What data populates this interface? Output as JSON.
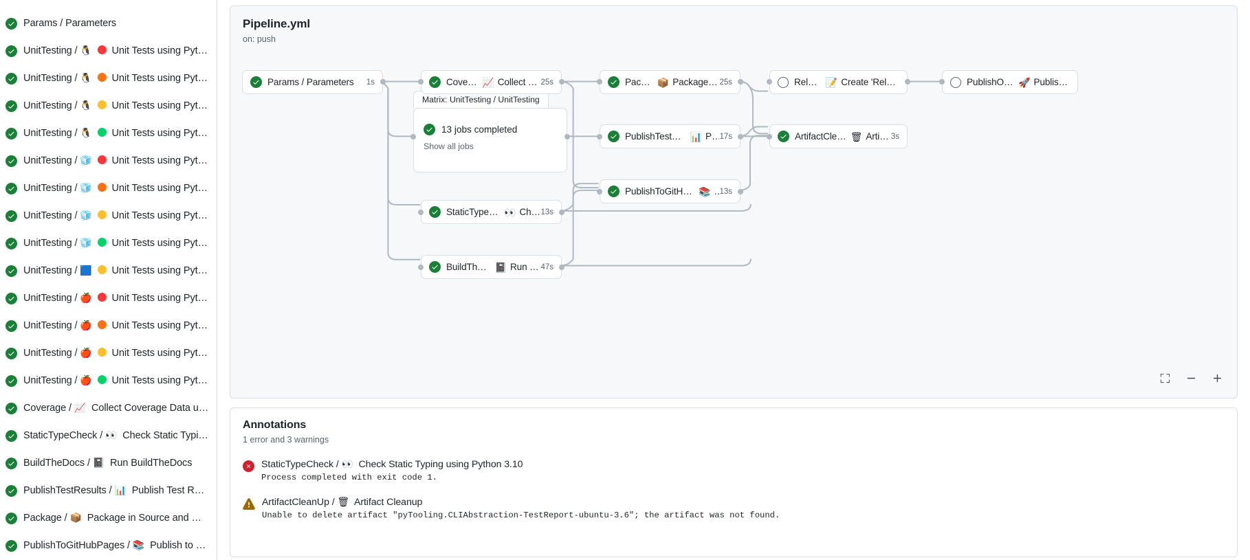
{
  "sidebar": {
    "items": [
      {
        "status": "success",
        "job": "Params / Parameters",
        "os": null,
        "color": null,
        "label": ""
      },
      {
        "status": "success",
        "job": "UnitTesting / ",
        "os": "🐧",
        "color": "#f4383c",
        "label": "Unit Tests using Pyth..."
      },
      {
        "status": "success",
        "job": "UnitTesting / ",
        "os": "🐧",
        "color": "#f97316",
        "label": "Unit Tests using Pyth..."
      },
      {
        "status": "success",
        "job": "UnitTesting / ",
        "os": "🐧",
        "color": "#fbc02d",
        "label": "Unit Tests using Pyth..."
      },
      {
        "status": "success",
        "job": "UnitTesting / ",
        "os": "🐧",
        "color": "#00d26a",
        "label": "Unit Tests using Pyth..."
      },
      {
        "status": "success",
        "job": "UnitTesting / ",
        "os": "🧊",
        "color": "#f4383c",
        "label": "Unit Tests using Pyth..."
      },
      {
        "status": "success",
        "job": "UnitTesting / ",
        "os": "🧊",
        "color": "#f97316",
        "label": "Unit Tests using Pyth..."
      },
      {
        "status": "success",
        "job": "UnitTesting / ",
        "os": "🧊",
        "color": "#fbc02d",
        "label": "Unit Tests using Pyth..."
      },
      {
        "status": "success",
        "job": "UnitTesting / ",
        "os": "🧊",
        "color": "#00d26a",
        "label": "Unit Tests using Pyth..."
      },
      {
        "status": "success",
        "job": "UnitTesting / ",
        "os": "🟦",
        "color": "#fbc02d",
        "label": "Unit Tests using Pyth..."
      },
      {
        "status": "success",
        "job": "UnitTesting / ",
        "os": "🍎",
        "color": "#f4383c",
        "label": "Unit Tests using Pyth..."
      },
      {
        "status": "success",
        "job": "UnitTesting / ",
        "os": "🍎",
        "color": "#f97316",
        "label": "Unit Tests using Pyth..."
      },
      {
        "status": "success",
        "job": "UnitTesting / ",
        "os": "🍎",
        "color": "#fbc02d",
        "label": "Unit Tests using Pyth..."
      },
      {
        "status": "success",
        "job": "UnitTesting / ",
        "os": "🍎",
        "color": "#00d26a",
        "label": "Unit Tests using Pyth..."
      },
      {
        "status": "success",
        "job": "Coverage / ",
        "os": "📈",
        "color": null,
        "label": "Collect Coverage Data usi..."
      },
      {
        "status": "success",
        "job": "StaticTypeCheck / ",
        "os": "👀",
        "color": null,
        "label": "Check Static Typing..."
      },
      {
        "status": "success",
        "job": "BuildTheDocs / ",
        "os": "📓",
        "color": null,
        "label": "Run BuildTheDocs"
      },
      {
        "status": "success",
        "job": "PublishTestResults / ",
        "os": "📊",
        "color": null,
        "label": "Publish Test Resu..."
      },
      {
        "status": "success",
        "job": "Package / ",
        "os": "📦",
        "color": null,
        "label": "Package in Source and Wh..."
      },
      {
        "status": "success",
        "job": "PublishToGitHubPages / ",
        "os": "📚",
        "color": null,
        "label": "Publish to G..."
      }
    ]
  },
  "graph": {
    "title": "Pipeline.yml",
    "subtitle": "on: push",
    "nodes": [
      {
        "id": "params",
        "status": "success",
        "label": "Params / Parameters",
        "emoji": "",
        "duration": "1s"
      },
      {
        "id": "coverage",
        "status": "success",
        "label": "Coverage / ",
        "emoji": "📈",
        "label2": "Collect Cove...",
        "duration": "25s"
      },
      {
        "id": "package",
        "status": "success",
        "label": "Package / ",
        "emoji": "📦",
        "label2": "Package in So...",
        "duration": "25s"
      },
      {
        "id": "release",
        "status": "pending",
        "label": "Release / ",
        "emoji": "📝",
        "label2": "Create 'Release P...",
        "duration": ""
      },
      {
        "id": "pypi",
        "status": "pending",
        "label": "PublishOnPyPI / ",
        "emoji": "🚀",
        "label2": "Publish to ...",
        "duration": ""
      },
      {
        "id": "testresults",
        "status": "success",
        "label": "PublishTestResults / ",
        "emoji": "📊",
        "label2": "Pu...",
        "duration": "17s"
      },
      {
        "id": "cleanup",
        "status": "success",
        "label": "ArtifactCleanUp / ",
        "emoji": "🗑",
        "label2": "Artifac...",
        "duration": "3s"
      },
      {
        "id": "ghpages",
        "status": "success",
        "label": "PublishToGitHubPages / ",
        "emoji": "📚",
        "label2": "...",
        "duration": "13s"
      },
      {
        "id": "typecheck",
        "status": "success",
        "label": "StaticTypeCheck / ",
        "emoji": "👀",
        "label2": "Chec...",
        "duration": "13s"
      },
      {
        "id": "docs",
        "status": "success",
        "label": "BuildTheDocs / ",
        "emoji": "📓",
        "label2": "Run Buil...",
        "duration": "47s"
      }
    ],
    "matrix": {
      "tab_label": "Matrix: UnitTesting / UnitTesting",
      "summary": "13 jobs completed",
      "link": "Show all jobs"
    },
    "controls": {
      "fullscreen": "fullscreen-icon",
      "zoom_out": "zoom-out-icon",
      "zoom_in": "zoom-in-icon"
    }
  },
  "annotations": {
    "title": "Annotations",
    "summary": "1 error and 3 warnings",
    "items": [
      {
        "severity": "error",
        "head_job": "StaticTypeCheck / ",
        "emoji": "👀",
        "head_step": "Check Static Typing using Python 3.10",
        "body": "Process completed with exit code 1."
      },
      {
        "severity": "warning",
        "head_job": "ArtifactCleanUp / ",
        "emoji": "🗑",
        "head_step": "Artifact Cleanup",
        "body": "Unable to delete artifact \"pyTooling.CLIAbstraction-TestReport-ubuntu-3.6\"; the artifact was not found."
      }
    ]
  },
  "colors": {
    "success": "#1a7f37",
    "error": "#cf222e",
    "warning": "#9a6700",
    "border": "#d8dee4",
    "canvas": "#f6f8fa",
    "muted": "#59636e"
  }
}
